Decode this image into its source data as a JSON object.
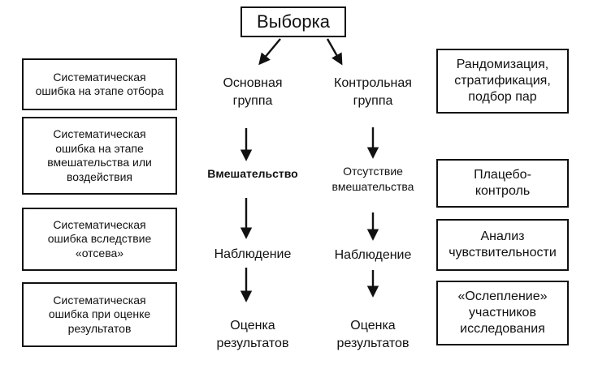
{
  "title": "Выборка",
  "center": {
    "main_group": "Основная\nгруппа",
    "control_group": "Контрольная\nгруппа",
    "intervention": "Вмешательство",
    "no_intervention": "Отсутствие\nвмешательства",
    "observation_main": "Наблюдение",
    "observation_control": "Наблюдение",
    "evaluation_main": "Оценка\nрезультатов",
    "evaluation_control": "Оценка\nрезультатов"
  },
  "left_boxes": [
    "Систематическая\nошибка на этапе отбора",
    "Систематическая\nошибка на этапе\nвмешательства или\nвоздействия",
    "Систематическая\nошибка вследствие\n«отсева»",
    "Систематическая\nошибка при оценке\nрезультатов"
  ],
  "right_boxes": [
    "Рандомизация,\nстратификация,\nподбор пар",
    "Плацебо-\nконтроль",
    "Анализ\nчувствительности",
    "«Ослепление»\nучастников\nисследования"
  ]
}
